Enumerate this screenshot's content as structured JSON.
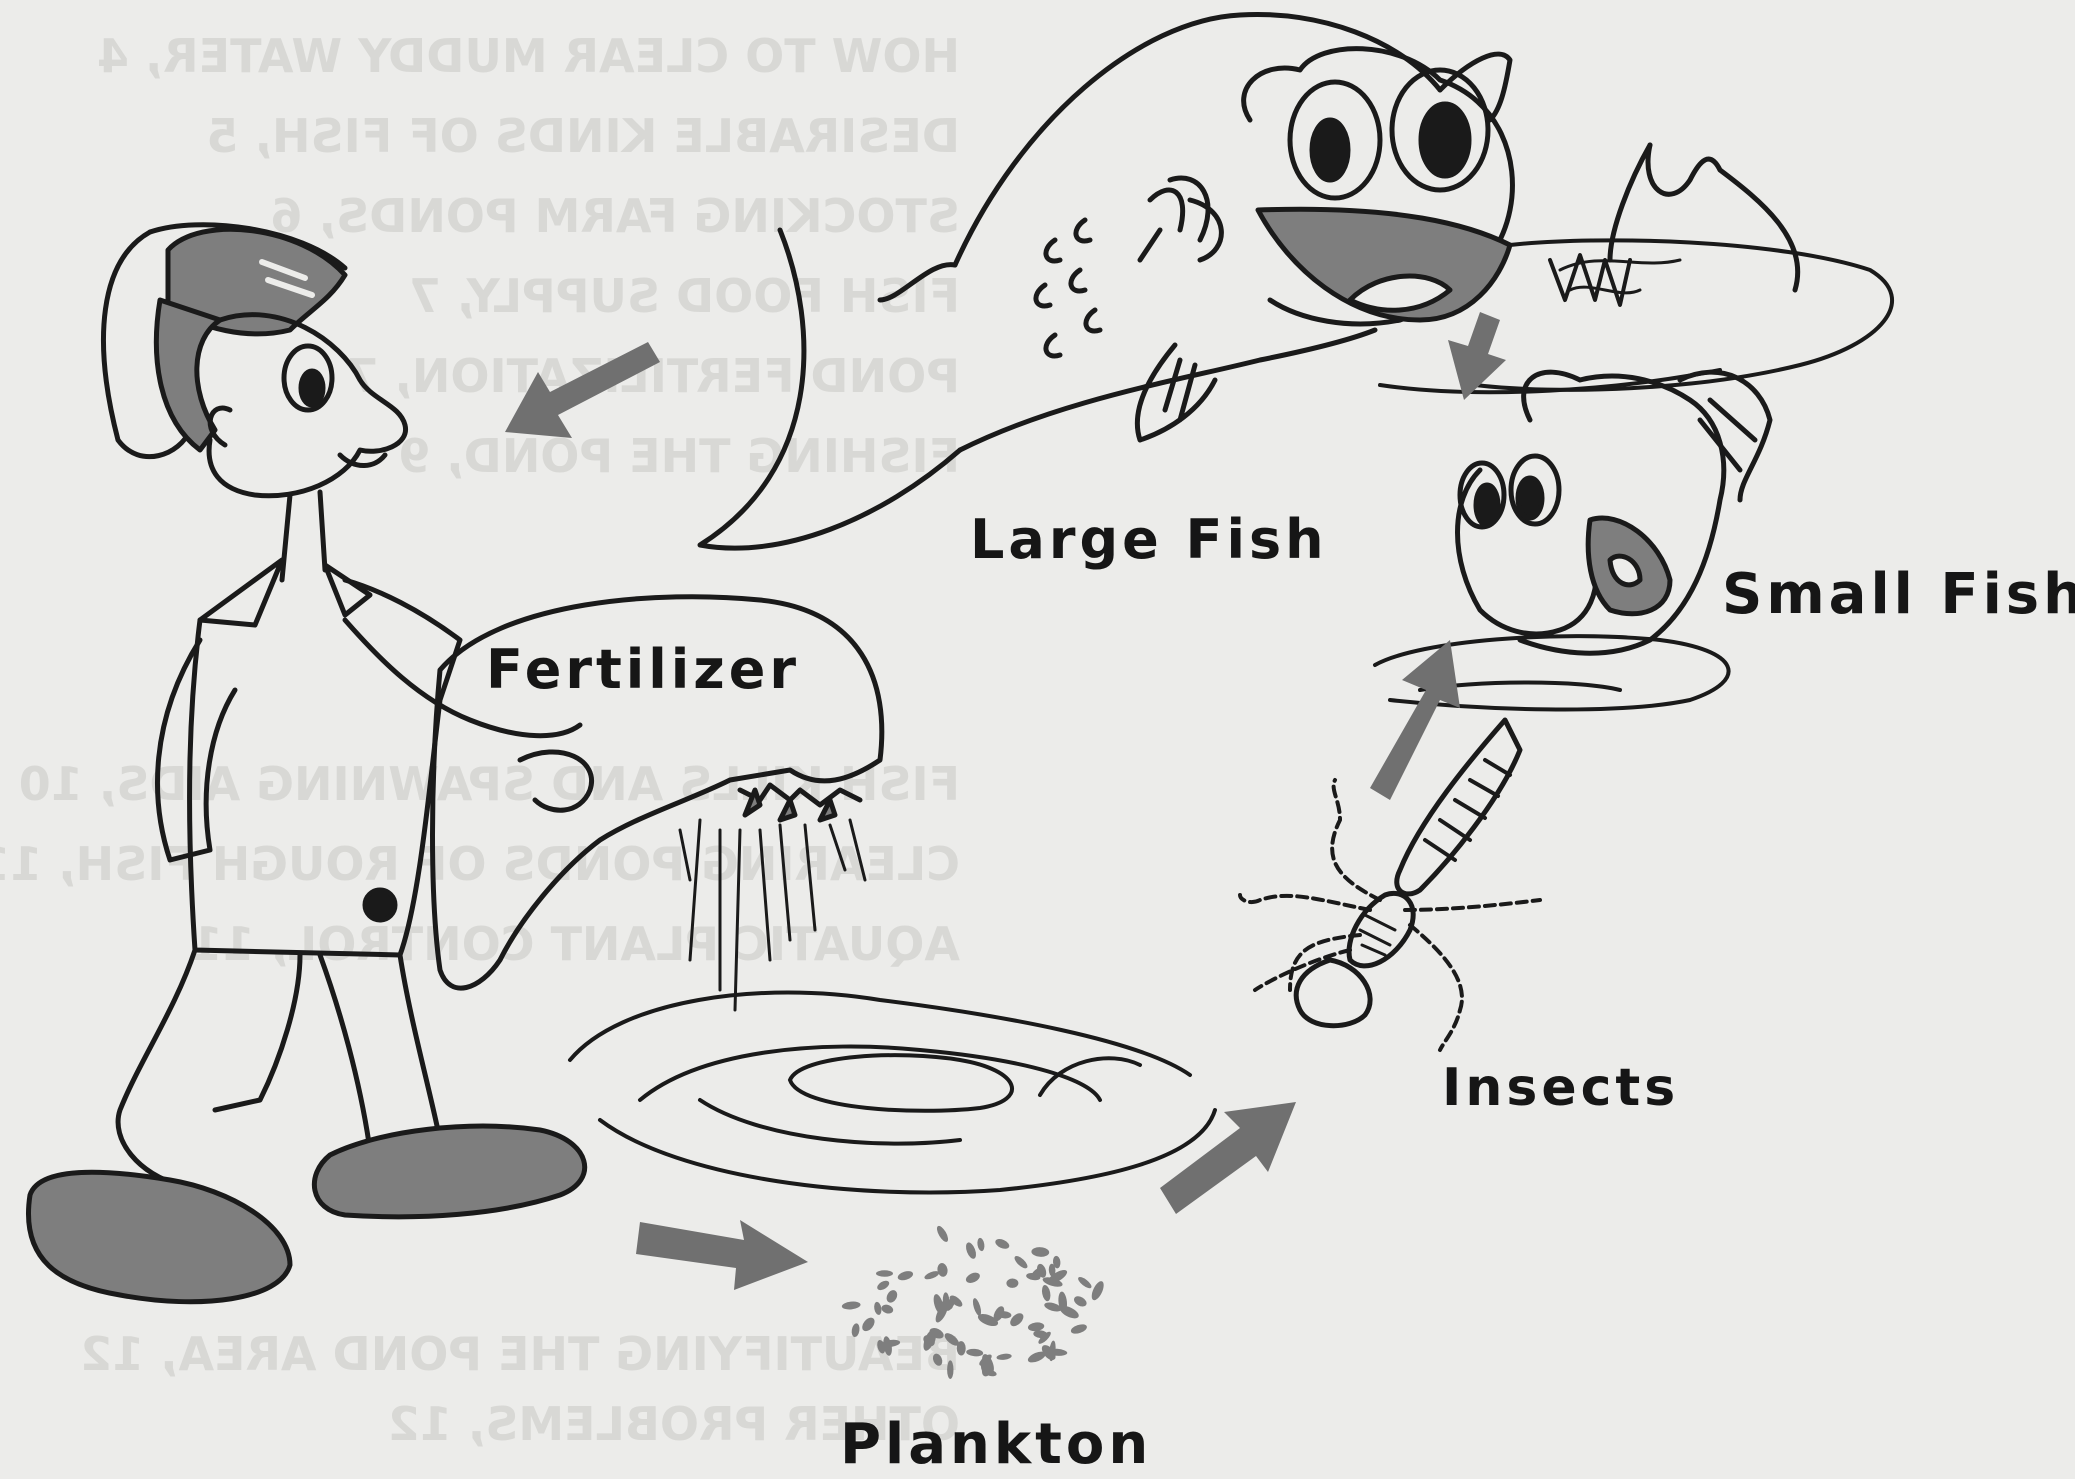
{
  "labels": {
    "large_fish": "Large Fish",
    "small_fish": "Small Fish",
    "fertilizer": "Fertilizer",
    "insects": "Insects",
    "plankton": "Plankton"
  },
  "colors": {
    "background": "#ececea",
    "ink": "#1a1a1a",
    "fill_gray": "#7e7e7e",
    "arrow": "#707070"
  }
}
